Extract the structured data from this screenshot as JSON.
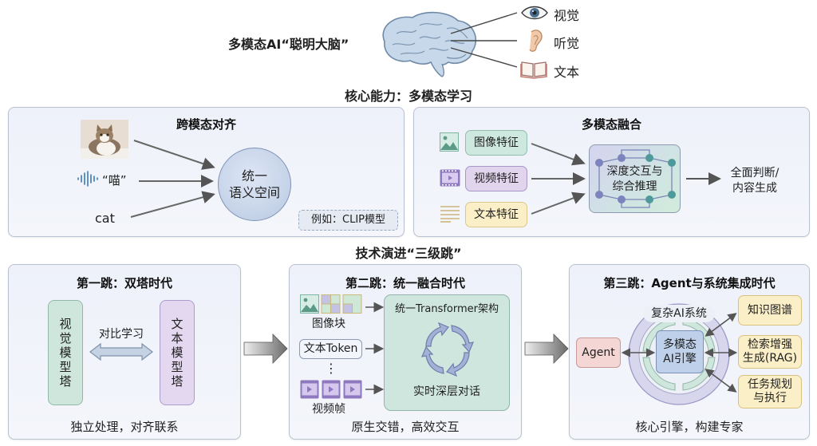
{
  "header": {
    "title": "多模态AI“聪明大脑”",
    "senses": [
      {
        "icon": "eye-icon",
        "label": "视觉"
      },
      {
        "icon": "ear-icon",
        "label": "听觉"
      },
      {
        "icon": "book-icon",
        "label": "文本"
      }
    ]
  },
  "core": {
    "section_title": "核心能力：多模态学习",
    "alignment": {
      "title": "跨模态对齐",
      "inputs": [
        {
          "type": "image",
          "label": ""
        },
        {
          "type": "audio",
          "label": "“喵”"
        },
        {
          "type": "text",
          "label": "cat"
        }
      ],
      "space_line1": "统一",
      "space_line2": "语义空间",
      "example": "例如：CLIP模型"
    },
    "fusion": {
      "title": "多模态融合",
      "features": [
        {
          "icon": "image-icon",
          "label": "图像特征"
        },
        {
          "icon": "video-icon",
          "label": "视频特征"
        },
        {
          "icon": "text-lines-icon",
          "label": "文本特征"
        }
      ],
      "hub_line1": "深度交互与",
      "hub_line2": "综合推理",
      "output_line1": "全面判断/",
      "output_line2": "内容生成"
    }
  },
  "evolution": {
    "section_title": "技术演进“三级跳”",
    "stage1": {
      "title": "第一跳：双塔时代",
      "left_tower": [
        "视",
        "觉",
        "模",
        "型",
        "塔"
      ],
      "right_tower": [
        "文",
        "本",
        "模",
        "型",
        "塔"
      ],
      "link_label": "对比学习",
      "caption": "独立处理，对齐联系"
    },
    "stage2": {
      "title": "第二跳：统一融合时代",
      "image_label": "图像块",
      "text_token": "文本Token",
      "ellipsis": "⋮",
      "video_label": "视频帧",
      "arch_title": "统一Transformer架构",
      "arch_sub": "实时深层对话",
      "caption": "原生交错，高效交互"
    },
    "stage3": {
      "title": "第三跳：Agent与系统集成时代",
      "agent": "Agent",
      "ring_label": "复杂AI系统",
      "engine_line1": "多模态",
      "engine_line2": "AI引擎",
      "tools": [
        {
          "line1": "知识图谱",
          "line2": ""
        },
        {
          "line1": "检索增强",
          "line2": "生成(RAG)"
        },
        {
          "line1": "任务规划",
          "line2": "与执行"
        }
      ],
      "caption": "核心引擎，构建专家"
    }
  },
  "colors": {
    "panel_bg": "#eef1fa",
    "panel_border": "#b9c2d0",
    "green": "#cfe6dc",
    "purple": "#e3d8ef",
    "yellow": "#fbefc7",
    "blue": "#c8d6ec",
    "pink": "#f4d3d3"
  }
}
